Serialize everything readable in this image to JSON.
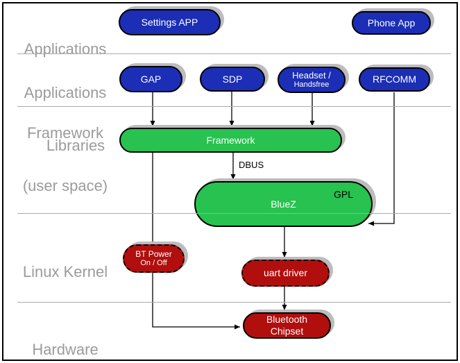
{
  "layers": {
    "applications": "Applications",
    "applications_framework": {
      "line1": "Applications",
      "line2": "Framework"
    },
    "libraries": {
      "line1": "Libraries",
      "line2": "(user space)"
    },
    "linux_kernel": "Linux Kernel",
    "hardware": "Hardware"
  },
  "nodes": {
    "settings_app": {
      "label": "Settings APP"
    },
    "phone_app": {
      "label": "Phone App"
    },
    "gap": {
      "label": "GAP"
    },
    "sdp": {
      "label": "SDP"
    },
    "headset": {
      "line1": "Headset /",
      "line2": "Handsfree"
    },
    "rfcomm": {
      "label": "RFCOMM"
    },
    "framework": {
      "label": "Framework"
    },
    "bluez": {
      "label": "BlueZ",
      "license_tag": "GPL"
    },
    "bt_power": {
      "line1": "BT Power",
      "line2": "On / Off"
    },
    "uart_driver": {
      "label": "uart driver"
    },
    "bluetooth_chipset": {
      "line1": "Bluetooth",
      "line2": "Chipset"
    }
  },
  "connectors": {
    "dbus_label": "DBUS"
  },
  "colors": {
    "app_blue": "#1b2eb5",
    "lib_green": "#27c24f",
    "kernel_red": "#b10e0e",
    "layer_label_gray": "#9b9b9b",
    "divider_gray": "#ababab",
    "shadow_gray": "#bcbcbc",
    "connector_black": "#000000"
  }
}
